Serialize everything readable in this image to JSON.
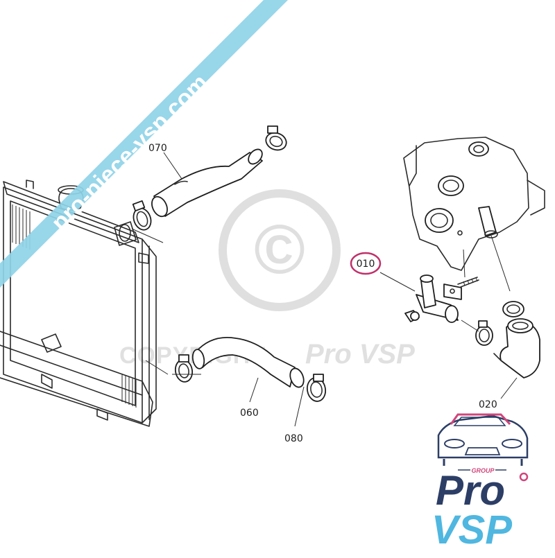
{
  "watermark": {
    "site": "pro-piece-vsp.com",
    "copyright_symbol": "©",
    "copyright_text": "COPYRIGHT",
    "brand_text": "Pro VSP",
    "banner_color": "#8fd3e8",
    "watermark_color": "#d9d9d9"
  },
  "parts": [
    {
      "id": "010",
      "label": "010",
      "name": "thermostat-housing",
      "highlighted": true
    },
    {
      "id": "020",
      "label": "020",
      "name": "lower-engine-hose"
    },
    {
      "id": "060",
      "label": "060",
      "name": "lower-radiator-hose"
    },
    {
      "id": "070",
      "label": "070",
      "name": "upper-radiator-hose"
    },
    {
      "id": "080",
      "label": "080",
      "name": "hose-clamp"
    }
  ],
  "highlight_color": "#c0306a",
  "logo": {
    "group_text": "GROUP",
    "pro_text": "Pro",
    "vsp_text": "VSP",
    "pro_color": "#2c3e66",
    "vsp_color": "#4fb7e0",
    "accent_color": "#d0457a"
  }
}
